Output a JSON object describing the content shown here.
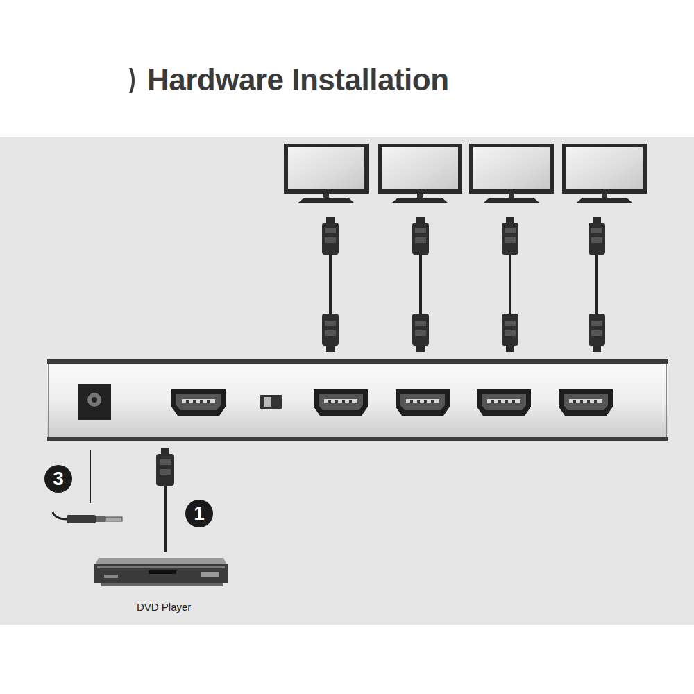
{
  "diagram": {
    "title": "Hardware Installation",
    "labels": [
      "3",
      "1",
      "DVD Player"
    ]
  }
}
